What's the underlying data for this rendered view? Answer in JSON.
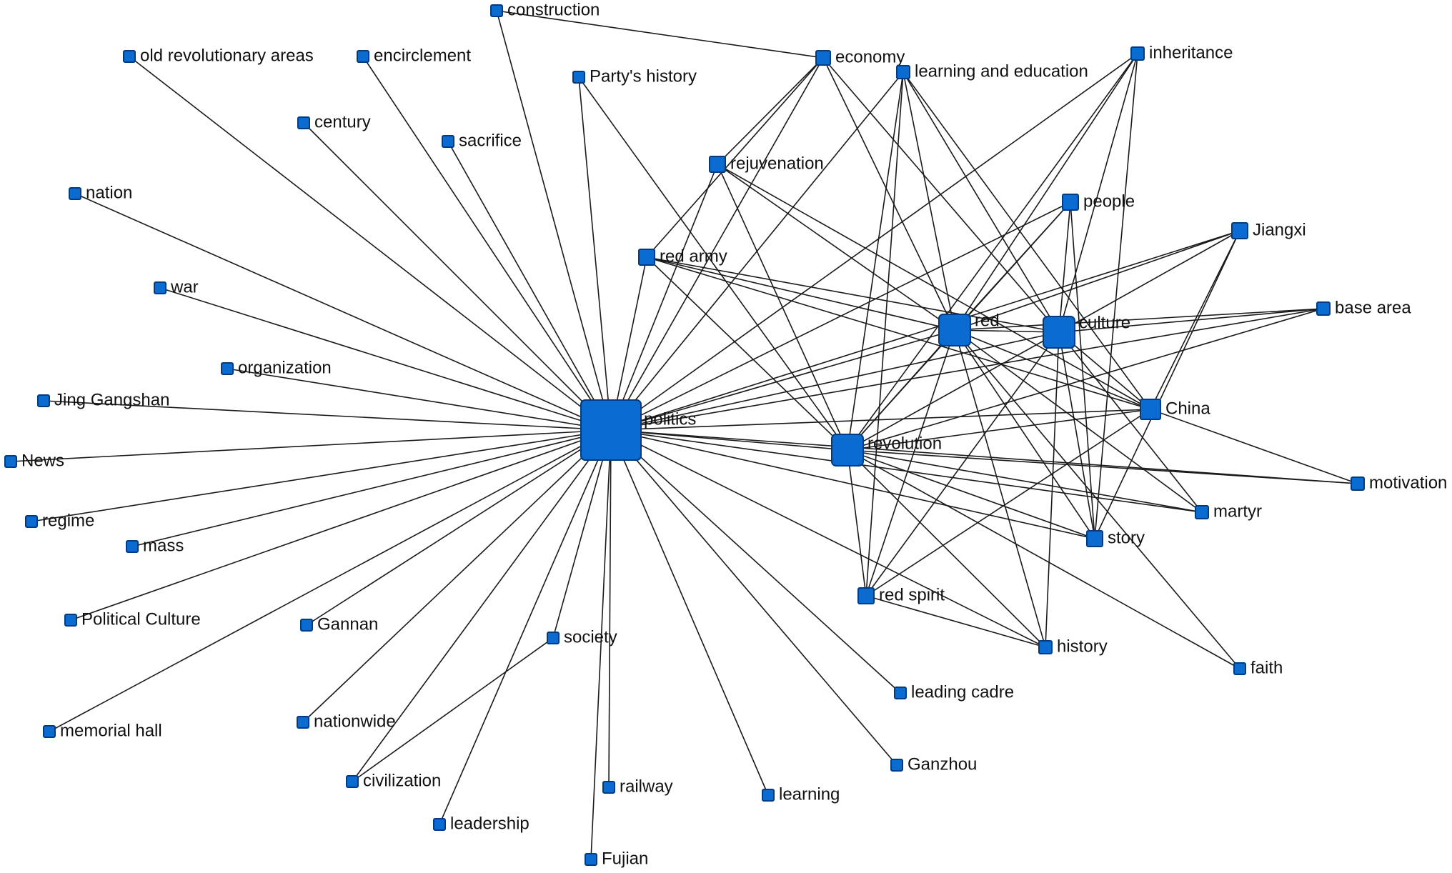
{
  "diagram": {
    "type": "co-occurrence network",
    "node_color": "#0a6bd1",
    "node_border_color": "#003a80",
    "edge_color": "#1a1a1a",
    "nodes": [
      {
        "id": "politics",
        "label": "politics"
      },
      {
        "id": "red",
        "label": "red"
      },
      {
        "id": "culture",
        "label": "culture"
      },
      {
        "id": "revolution",
        "label": "revolution"
      },
      {
        "id": "china",
        "label": "China"
      },
      {
        "id": "construction",
        "label": "construction"
      },
      {
        "id": "economy",
        "label": "economy"
      },
      {
        "id": "learning-and-education",
        "label": "learning and education"
      },
      {
        "id": "inheritance",
        "label": "inheritance"
      },
      {
        "id": "old-revolutionary-areas",
        "label": "old revolutionary areas"
      },
      {
        "id": "encirclement",
        "label": "encirclement"
      },
      {
        "id": "partys-history",
        "label": "Party's history"
      },
      {
        "id": "century",
        "label": "century"
      },
      {
        "id": "sacrifice",
        "label": "sacrifice"
      },
      {
        "id": "rejuvenation",
        "label": "rejuvenation"
      },
      {
        "id": "nation",
        "label": "nation"
      },
      {
        "id": "people",
        "label": "people"
      },
      {
        "id": "jiangxi",
        "label": "Jiangxi"
      },
      {
        "id": "red-army",
        "label": "red army"
      },
      {
        "id": "war",
        "label": "war"
      },
      {
        "id": "base-area",
        "label": "base area"
      },
      {
        "id": "organization",
        "label": "organization"
      },
      {
        "id": "jing-gangshan",
        "label": "Jing Gangshan"
      },
      {
        "id": "news",
        "label": "News"
      },
      {
        "id": "motivation",
        "label": "motivation"
      },
      {
        "id": "regime",
        "label": "regime"
      },
      {
        "id": "martyr",
        "label": "martyr"
      },
      {
        "id": "mass",
        "label": "mass"
      },
      {
        "id": "story",
        "label": "story"
      },
      {
        "id": "red-spirit",
        "label": "red spirit"
      },
      {
        "id": "political-culture",
        "label": "Political Culture"
      },
      {
        "id": "gannan",
        "label": "Gannan"
      },
      {
        "id": "society",
        "label": "society"
      },
      {
        "id": "history",
        "label": "history"
      },
      {
        "id": "faith",
        "label": "faith"
      },
      {
        "id": "leading-cadre",
        "label": "leading cadre"
      },
      {
        "id": "memorial-hall",
        "label": "memorial hall"
      },
      {
        "id": "nationwide",
        "label": "nationwide"
      },
      {
        "id": "ganzhou",
        "label": "Ganzhou"
      },
      {
        "id": "civilization",
        "label": "civilization"
      },
      {
        "id": "railway",
        "label": "railway"
      },
      {
        "id": "learning",
        "label": "learning"
      },
      {
        "id": "leadership",
        "label": "leadership"
      },
      {
        "id": "fujian",
        "label": "Fujian"
      }
    ],
    "edges": [
      [
        "politics",
        "construction"
      ],
      [
        "politics",
        "old-revolutionary-areas"
      ],
      [
        "politics",
        "encirclement"
      ],
      [
        "politics",
        "partys-history"
      ],
      [
        "politics",
        "century"
      ],
      [
        "politics",
        "sacrifice"
      ],
      [
        "politics",
        "nation"
      ],
      [
        "politics",
        "war"
      ],
      [
        "politics",
        "organization"
      ],
      [
        "politics",
        "jing-gangshan"
      ],
      [
        "politics",
        "news"
      ],
      [
        "politics",
        "regime"
      ],
      [
        "politics",
        "mass"
      ],
      [
        "politics",
        "political-culture"
      ],
      [
        "politics",
        "memorial-hall"
      ],
      [
        "politics",
        "gannan"
      ],
      [
        "politics",
        "nationwide"
      ],
      [
        "politics",
        "civilization"
      ],
      [
        "politics",
        "society"
      ],
      [
        "politics",
        "leadership"
      ],
      [
        "politics",
        "railway"
      ],
      [
        "politics",
        "fujian"
      ],
      [
        "politics",
        "learning"
      ],
      [
        "politics",
        "ganzhou"
      ],
      [
        "politics",
        "leading-cadre"
      ],
      [
        "politics",
        "red-army"
      ],
      [
        "politics",
        "rejuvenation"
      ],
      [
        "politics",
        "economy"
      ],
      [
        "politics",
        "learning-and-education"
      ],
      [
        "politics",
        "inheritance"
      ],
      [
        "politics",
        "red"
      ],
      [
        "politics",
        "culture"
      ],
      [
        "politics",
        "revolution"
      ],
      [
        "politics",
        "china"
      ],
      [
        "politics",
        "people"
      ],
      [
        "politics",
        "jiangxi"
      ],
      [
        "politics",
        "base-area"
      ],
      [
        "politics",
        "motivation"
      ],
      [
        "politics",
        "martyr"
      ],
      [
        "politics",
        "story"
      ],
      [
        "politics",
        "history"
      ],
      [
        "construction",
        "economy"
      ],
      [
        "society",
        "civilization"
      ],
      [
        "economy",
        "rejuvenation"
      ],
      [
        "economy",
        "red"
      ],
      [
        "economy",
        "culture"
      ],
      [
        "economy",
        "red-army"
      ],
      [
        "learning-and-education",
        "red"
      ],
      [
        "learning-and-education",
        "culture"
      ],
      [
        "learning-and-education",
        "china"
      ],
      [
        "learning-and-education",
        "red-spirit"
      ],
      [
        "learning-and-education",
        "revolution"
      ],
      [
        "inheritance",
        "red"
      ],
      [
        "inheritance",
        "culture"
      ],
      [
        "inheritance",
        "story"
      ],
      [
        "inheritance",
        "revolution"
      ],
      [
        "partys-history",
        "revolution"
      ],
      [
        "rejuvenation",
        "revolution"
      ],
      [
        "rejuvenation",
        "red"
      ],
      [
        "rejuvenation",
        "china"
      ],
      [
        "red-army",
        "red"
      ],
      [
        "red-army",
        "culture"
      ],
      [
        "red-army",
        "revolution"
      ],
      [
        "red-army",
        "china"
      ],
      [
        "people",
        "red"
      ],
      [
        "people",
        "culture"
      ],
      [
        "people",
        "story"
      ],
      [
        "people",
        "revolution"
      ],
      [
        "jiangxi",
        "red"
      ],
      [
        "jiangxi",
        "culture"
      ],
      [
        "jiangxi",
        "china"
      ],
      [
        "jiangxi",
        "story"
      ],
      [
        "base-area",
        "red"
      ],
      [
        "base-area",
        "culture"
      ],
      [
        "base-area",
        "revolution"
      ],
      [
        "red",
        "culture"
      ],
      [
        "red",
        "china"
      ],
      [
        "red",
        "revolution"
      ],
      [
        "red",
        "red-spirit"
      ],
      [
        "red",
        "history"
      ],
      [
        "red",
        "story"
      ],
      [
        "red",
        "martyr"
      ],
      [
        "red",
        "faith"
      ],
      [
        "culture",
        "china"
      ],
      [
        "culture",
        "revolution"
      ],
      [
        "culture",
        "story"
      ],
      [
        "culture",
        "history"
      ],
      [
        "culture",
        "red-spirit"
      ],
      [
        "culture",
        "martyr"
      ],
      [
        "china",
        "revolution"
      ],
      [
        "china",
        "red-spirit"
      ],
      [
        "china",
        "motivation"
      ],
      [
        "revolution",
        "red-spirit"
      ],
      [
        "revolution",
        "history"
      ],
      [
        "revolution",
        "story"
      ],
      [
        "revolution",
        "martyr"
      ],
      [
        "revolution",
        "faith"
      ],
      [
        "revolution",
        "motivation"
      ],
      [
        "red-spirit",
        "history"
      ]
    ]
  }
}
